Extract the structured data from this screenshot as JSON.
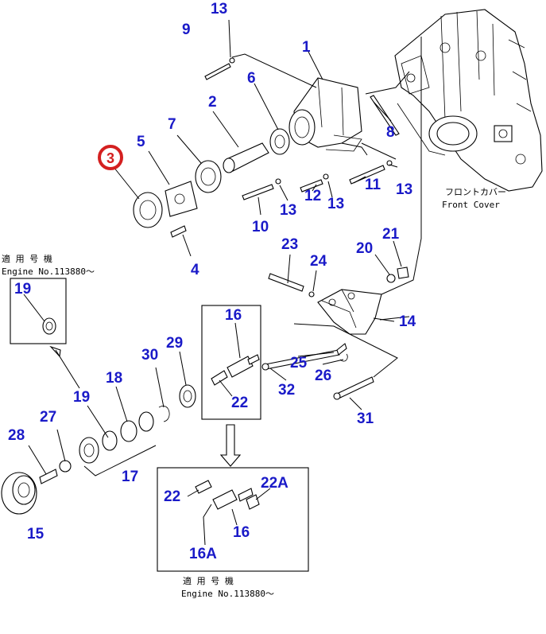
{
  "diagram": {
    "callouts": [
      "13",
      "9",
      "1",
      "6",
      "2",
      "7",
      "8",
      "5",
      "3",
      "13",
      "12",
      "13",
      "11",
      "10",
      "13",
      "4",
      "23",
      "24",
      "20",
      "21",
      "14",
      "16",
      "30",
      "29",
      "25",
      "26",
      "18",
      "32",
      "19",
      "22",
      "27",
      "31",
      "28",
      "17",
      "15",
      "22",
      "22A",
      "16",
      "16A",
      "19"
    ],
    "highlight": {
      "label": "3",
      "color": "#d42020"
    },
    "callout_color": "#1a1ac8",
    "notes": {
      "front_cover_jp": "フロントカバー",
      "front_cover_en": "Front Cover",
      "applicable_jp_top": "適 用 号 機",
      "engine_no_top": "Engine No.113880～",
      "applicable_jp_bottom": "適 用 号 機",
      "engine_no_bottom": "Engine No.113880～"
    }
  }
}
